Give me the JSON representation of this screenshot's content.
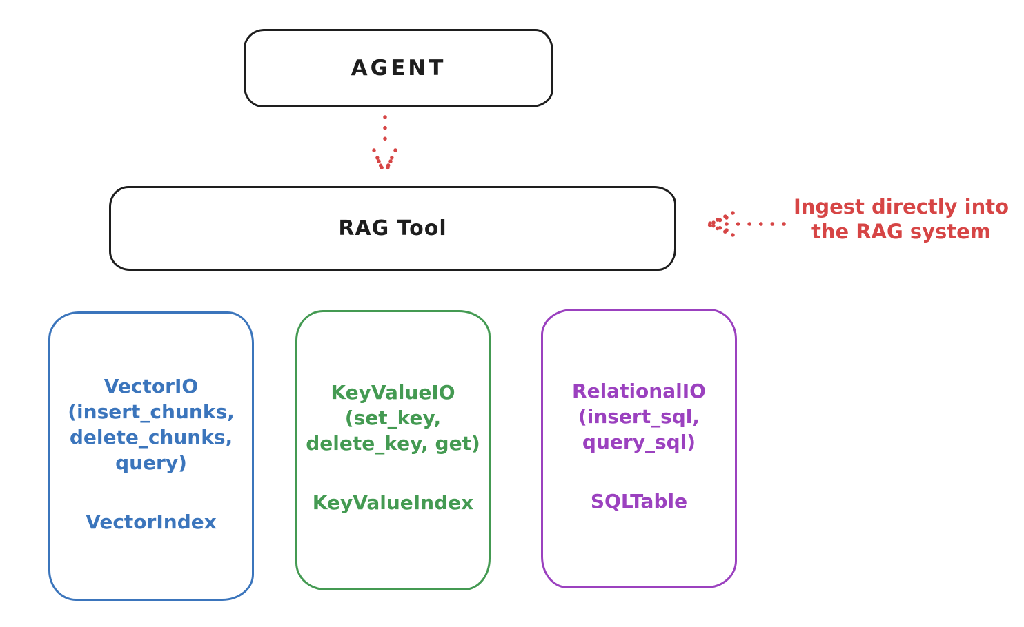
{
  "theme": {
    "ink": "#1e1e1e",
    "red": "#d64545",
    "blue": "#3b75bc",
    "green": "#449a52",
    "purple": "#9b41bf",
    "background": "#ffffff"
  },
  "agent": {
    "label": "AGENT"
  },
  "rag_tool": {
    "label": "RAG Tool"
  },
  "annotation": {
    "text": "Ingest directly into\nthe RAG system"
  },
  "io": {
    "vector": {
      "methods": "VectorIO\n(insert_chunks,\ndelete_chunks,\nquery)",
      "index": "VectorIndex"
    },
    "keyvalue": {
      "methods": "KeyValueIO\n(set_key,\ndelete_key, get)",
      "index": "KeyValueIndex"
    },
    "relational": {
      "methods": "RelationalIO\n(insert_sql,\nquery_sql)",
      "index": "SQLTable"
    }
  }
}
